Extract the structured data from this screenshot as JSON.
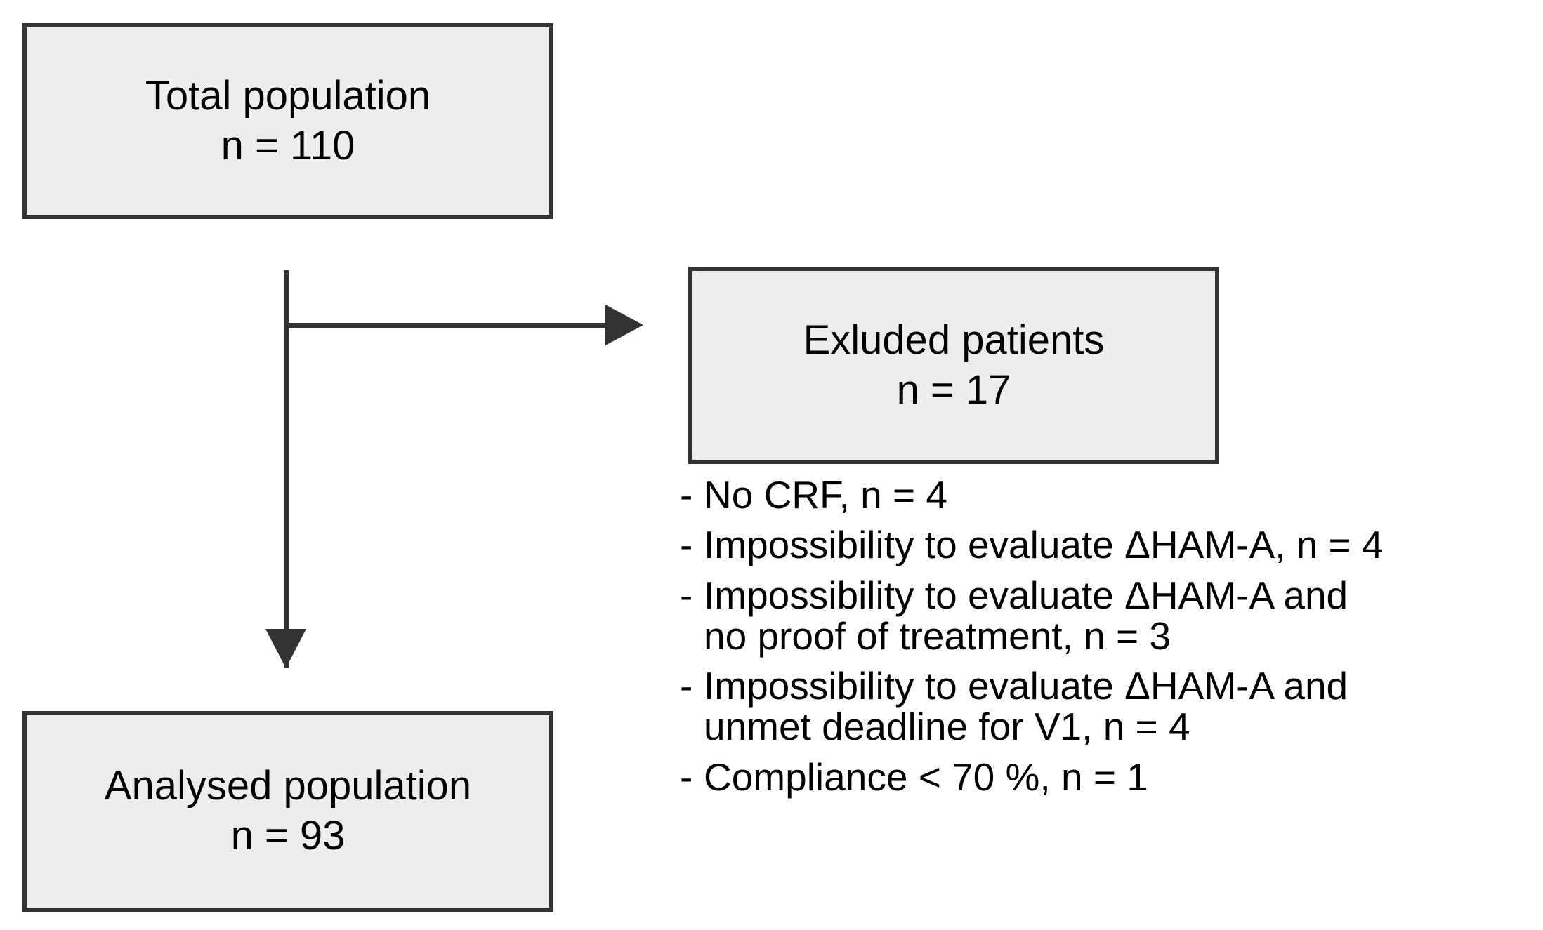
{
  "diagram": {
    "type": "patient-flow-chart",
    "colors": {
      "box_fill": "#EDEDED",
      "box_border": "#333333",
      "connector": "#333333",
      "text": "#000000",
      "background": "#FFFFFF"
    },
    "boxes": {
      "total_population": {
        "label": "Total population",
        "count_text": "n = 110",
        "n": 110
      },
      "excluded_patients": {
        "label": "Exluded patients",
        "count_text": "n = 17",
        "n": 17
      },
      "analysed_population": {
        "label": "Analysed population",
        "count_text": "n = 93",
        "n": 93
      }
    },
    "exclusion_reasons": {
      "bullet": "-",
      "items": [
        {
          "text": "No CRF, n = 4",
          "n": 4
        },
        {
          "text": "Impossibility to evaluate ΔHAM-A, n = 4",
          "n": 4
        },
        {
          "text": "Impossibility to evaluate ΔHAM-A and\nno proof of treatment, n = 3",
          "n": 3
        },
        {
          "text": "Impossibility to evaluate ΔHAM-A and\nunmet deadline for V1, n = 4",
          "n": 4
        },
        {
          "text": "Compliance < 70 %, n = 1",
          "n": 1
        }
      ]
    },
    "connectors": {
      "trunk_label": "vertical-trunk",
      "branch_label": "branch-to-excluded",
      "down_arrow_label": "arrow-to-analysed"
    }
  }
}
